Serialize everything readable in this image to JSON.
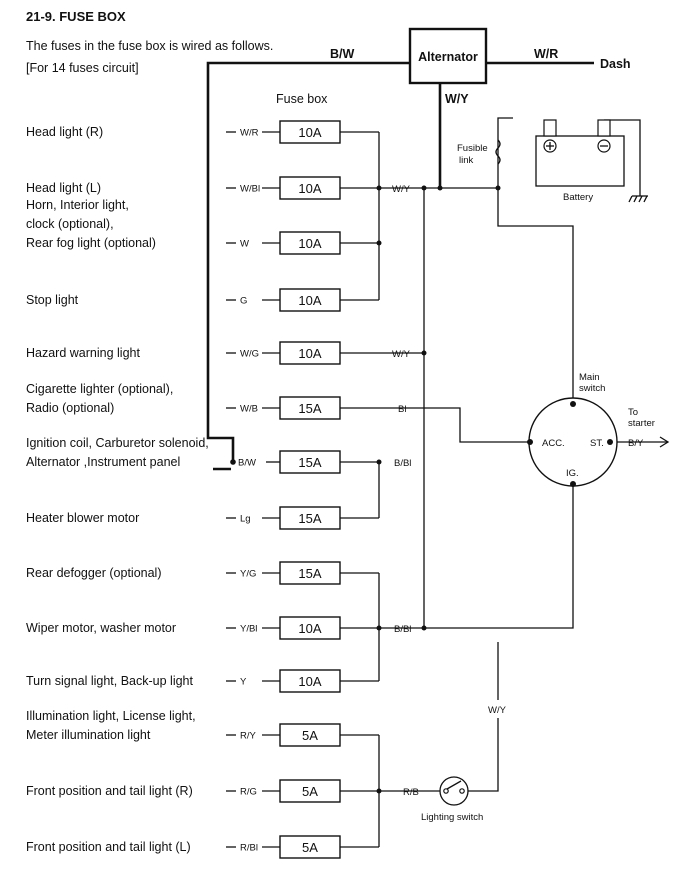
{
  "title": "21-9.  FUSE BOX",
  "intro_line1": "The fuses in the fuse box is wired as follows.",
  "intro_line2": "[For 14 fuses circuit]",
  "fuse_box_label": "Fuse box",
  "alternator": {
    "label": "Alternator",
    "wire_left": "B/W",
    "wire_right": "W/R",
    "wire_down": "W/Y",
    "dash_label": "Dash"
  },
  "battery": {
    "label": "Battery",
    "fusible_link_line1": "Fusible",
    "fusible_link_line2": "link",
    "plus": "+",
    "minus": "−"
  },
  "main_switch": {
    "label_line1": "Main",
    "label_line2": "switch",
    "acc": "ACC.",
    "st": "ST.",
    "ig": "IG.",
    "to_starter_line1": "To",
    "to_starter_line2": "starter",
    "starter_wire": "B/Y"
  },
  "lighting_switch": {
    "label": "Lighting switch",
    "wire_in": "R/B",
    "wire_out": "W/Y"
  },
  "bus_labels": {
    "wy_1": "W/Y",
    "wy_2": "W/Y",
    "bl": "Bl",
    "b_bl_1": "B/Bl",
    "b_bl_2": "B/Bl"
  },
  "fuses": [
    {
      "label": [
        "Head light (R)"
      ],
      "wire": "W/R",
      "rating": "10A"
    },
    {
      "label": [
        "Head light (L)"
      ],
      "wire": "W/Bl",
      "rating": "10A"
    },
    {
      "label": [
        "Horn, Interior light,",
        "clock (optional),",
        "Rear fog light (optional)"
      ],
      "wire": "W",
      "rating": "10A"
    },
    {
      "label": [
        "Stop light"
      ],
      "wire": "G",
      "rating": "10A"
    },
    {
      "label": [
        "Hazard warning light"
      ],
      "wire": "W/G",
      "rating": "10A"
    },
    {
      "label": [
        "Cigarette lighter (optional),",
        "Radio (optional)"
      ],
      "wire": "W/B",
      "rating": "15A"
    },
    {
      "label": [
        "Ignition coil, Carburetor solenoid,",
        "Alternator ,Instrument panel"
      ],
      "wire": "B/W",
      "rating": "15A"
    },
    {
      "label": [
        "Heater blower motor"
      ],
      "wire": "Lg",
      "rating": "15A"
    },
    {
      "label": [
        "Rear defogger (optional)"
      ],
      "wire": "Y/G",
      "rating": "15A"
    },
    {
      "label": [
        "Wiper motor, washer motor"
      ],
      "wire": "Y/Bl",
      "rating": "10A"
    },
    {
      "label": [
        "Turn signal light, Back-up light"
      ],
      "wire": "Y",
      "rating": "10A"
    },
    {
      "label": [
        "Illumination light, License light,",
        "Meter illumination light"
      ],
      "wire": "R/Y",
      "rating": "5A"
    },
    {
      "label": [
        "Front position and tail light (R)"
      ],
      "wire": "R/G",
      "rating": "5A"
    },
    {
      "label": [
        "Front position and tail light (L)"
      ],
      "wire": "R/Bl",
      "rating": "5A"
    }
  ]
}
